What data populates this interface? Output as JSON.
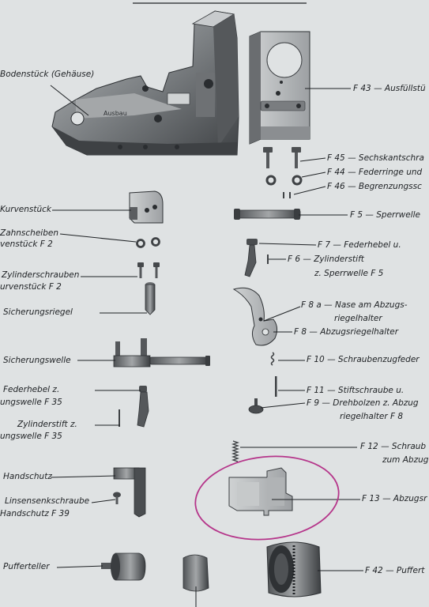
{
  "labels": {
    "bodenstueck": "Bodenstück (Gehäuse)",
    "ausbau": "Ausbau",
    "f43": "F 43 — Ausfüllstü",
    "f45": "F 45 — Sechskantschra",
    "f44": "F 44 — Federringe und",
    "f46": "F 46 — Begrenzungssc",
    "kurvenstueck": "Kurvenstück",
    "f5": "F 5 — Sperrwelle",
    "zahnscheiben_1": "Zahnscheiben",
    "zahnscheiben_2": "venstück F 2",
    "f7": "F 7 — Federhebel u.",
    "f6": "F 6 — Zylinderstift",
    "f6_2": "z. Sperrwelle F 5",
    "zylinderschrauben_1": "Zylinderschrauben",
    "zylinderschrauben_2": "urvenstück F 2",
    "sicherungsriegel": "Sicherungsriegel",
    "f8a_1": "F 8 a — Nase am Abzugs-",
    "f8a_2": "riegelhalter",
    "f8": "F 8 — Abzugsriegelhalter",
    "sicherungswelle": "Sicherungswelle",
    "f10": "F 10 — Schraubenzugfeder",
    "federhebel_1": "Federhebel z.",
    "federhebel_2": "ungswelle F 35",
    "f11": "F 11 — Stiftschraube u.",
    "f9_1": "F 9 — Drehbolzen z. Abzug",
    "f9_2": "riegelhalter F 8",
    "zylinderstift_1": "Zylinderstift z.",
    "zylinderstift_2": "ungswelle F 35",
    "f12_1": "F 12 — Schraub",
    "f12_2": "zum Abzug",
    "handschutz": "Handschutz",
    "f13": "F 13 — Abzugsr",
    "linsensenk_1": "Linsensenkschraube",
    "linsensenk_2": "Handschutz F 39",
    "pufferteller": "Pufferteller",
    "f42": "F 42 — Puffert"
  },
  "colors": {
    "paper": "#dfe2e3",
    "ink": "#1e2124",
    "part_dark": "#4a4d50",
    "part_mid": "#8c8f92",
    "part_light": "#c3c6c8",
    "highlight_circle": "#b5358a"
  }
}
